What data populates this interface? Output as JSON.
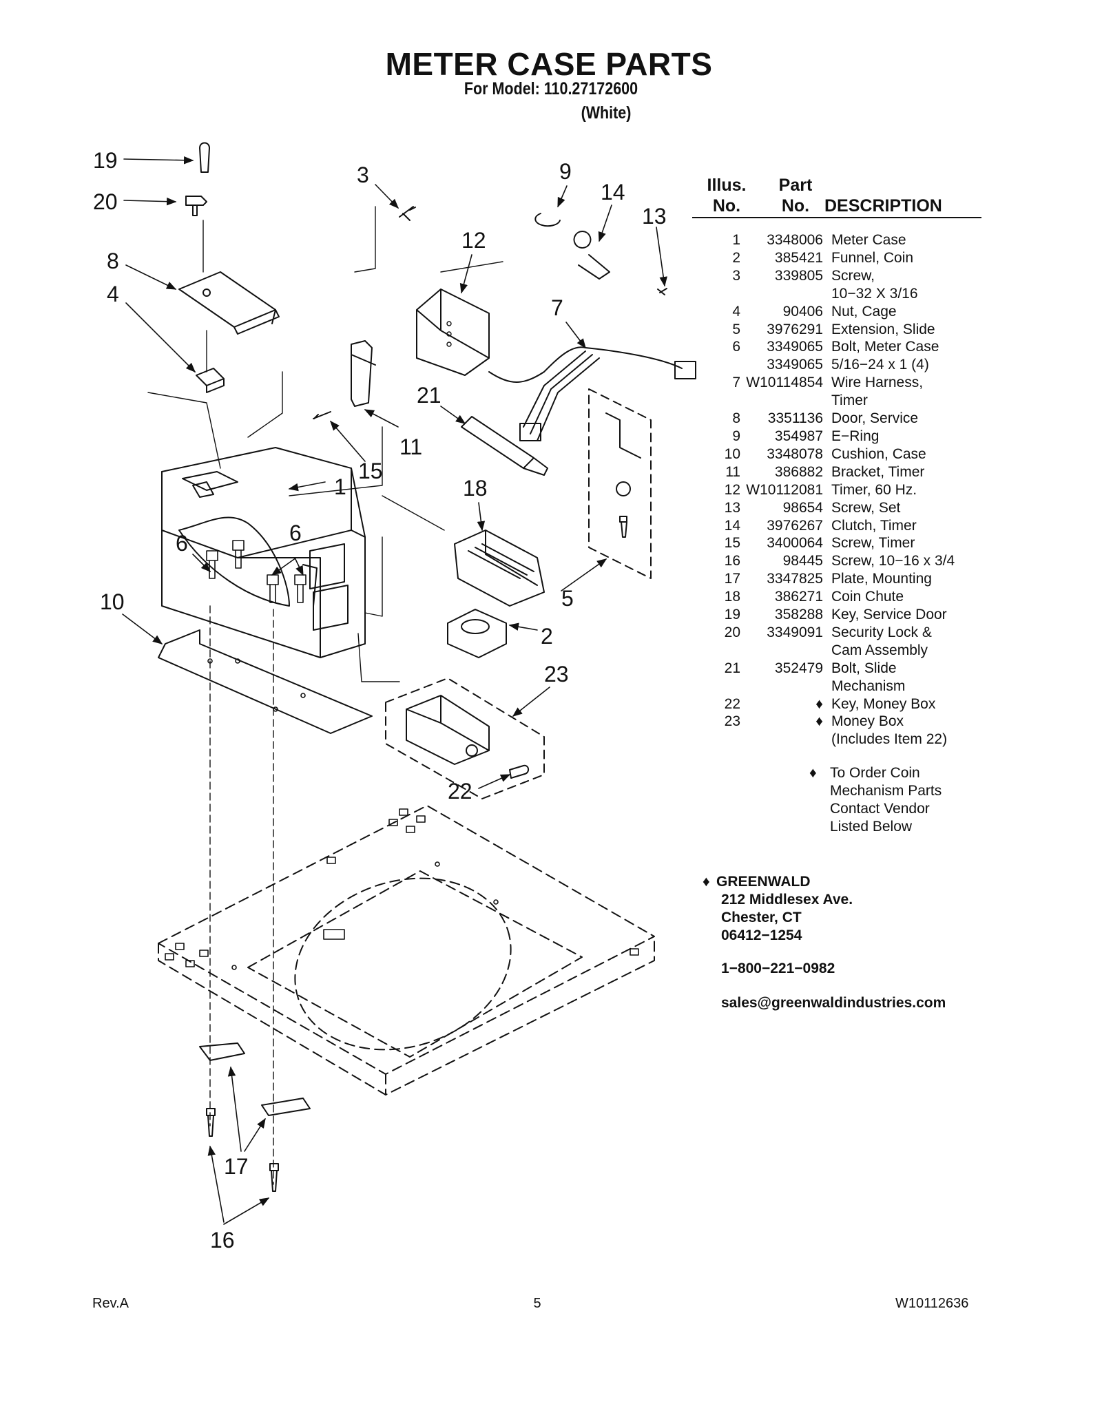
{
  "header": {
    "title": "METER CASE PARTS",
    "model_line": "For Model: 110.27172600",
    "color_line": "(White)"
  },
  "table": {
    "head_illus": [
      "Illus.",
      "No."
    ],
    "head_part": [
      "Part",
      "No."
    ],
    "head_desc": "DESCRIPTION",
    "rows": [
      {
        "no": "1",
        "part": "3348006",
        "desc": [
          "Meter Case"
        ]
      },
      {
        "no": "2",
        "part": "385421",
        "desc": [
          "Funnel, Coin"
        ]
      },
      {
        "no": "3",
        "part": "339805",
        "desc": [
          "Screw,",
          "10−32 X 3/16"
        ]
      },
      {
        "no": "4",
        "part": "90406",
        "desc": [
          "Nut, Cage"
        ]
      },
      {
        "no": "5",
        "part": "3976291",
        "desc": [
          "Extension, Slide"
        ]
      },
      {
        "no": "6",
        "part": "3349065",
        "desc": [
          "Bolt, Meter Case"
        ]
      },
      {
        "no": "",
        "part": "3349065",
        "desc": [
          "5/16−24 x 1 (4)"
        ]
      },
      {
        "no": "7",
        "part": "W10114854",
        "desc": [
          "Wire Harness,",
          "Timer"
        ]
      },
      {
        "no": "8",
        "part": "3351136",
        "desc": [
          "Door, Service"
        ]
      },
      {
        "no": "9",
        "part": "354987",
        "desc": [
          "E−Ring"
        ]
      },
      {
        "no": "10",
        "part": "3348078",
        "desc": [
          "Cushion, Case"
        ]
      },
      {
        "no": "11",
        "part": "386882",
        "desc": [
          "Bracket, Timer"
        ]
      },
      {
        "no": "12",
        "part": "W10112081",
        "desc": [
          "Timer, 60 Hz."
        ]
      },
      {
        "no": "13",
        "part": "98654",
        "desc": [
          "Screw, Set"
        ]
      },
      {
        "no": "14",
        "part": "3976267",
        "desc": [
          "Clutch, Timer"
        ]
      },
      {
        "no": "15",
        "part": "3400064",
        "desc": [
          "Screw, Timer"
        ]
      },
      {
        "no": "16",
        "part": "98445",
        "desc": [
          "Screw, 10−16 x 3/4"
        ]
      },
      {
        "no": "17",
        "part": "3347825",
        "desc": [
          "Plate, Mounting"
        ]
      },
      {
        "no": "18",
        "part": "386271",
        "desc": [
          "Coin Chute"
        ]
      },
      {
        "no": "19",
        "part": "358288",
        "desc": [
          "Key, Service Door"
        ]
      },
      {
        "no": "20",
        "part": "3349091",
        "desc": [
          "Security Lock &",
          "Cam Assembly"
        ]
      },
      {
        "no": "21",
        "part": "352479",
        "desc": [
          "Bolt, Slide",
          "Mechanism"
        ]
      },
      {
        "no": "22",
        "part": "♦",
        "desc": [
          "Key, Money Box"
        ]
      },
      {
        "no": "23",
        "part": "♦",
        "desc": [
          "Money Box",
          "(Includes Item 22)"
        ]
      }
    ]
  },
  "note": {
    "symbol": "♦",
    "lines": [
      "To Order Coin",
      "Mechanism Parts",
      "Contact Vendor",
      "Listed Below"
    ]
  },
  "vendor": {
    "symbol": "♦",
    "name": "GREENWALD",
    "address1": "212 Middlesex Ave.",
    "address2": "Chester, CT",
    "zip": "06412−1254",
    "phone": "1−800−221−0982",
    "email": "sales@greenwaldindustries.com"
  },
  "callouts": [
    "19",
    "20",
    "8",
    "4",
    "3",
    "9",
    "14",
    "13",
    "12",
    "7",
    "21",
    "11",
    "15",
    "1",
    "18",
    "6",
    "6",
    "10",
    "5",
    "2",
    "23",
    "22",
    "17",
    "16"
  ],
  "footer": {
    "rev": "Rev.A",
    "page": "5",
    "doc_no": "W10112636"
  }
}
